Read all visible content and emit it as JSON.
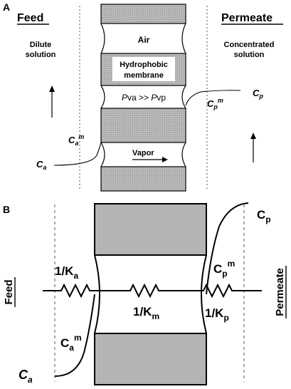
{
  "panelA": {
    "label": "A",
    "feed": "Feed",
    "permeate": "Permeate",
    "dilute_1": "Dilute",
    "dilute_2": "solution",
    "conc_1": "Concentrated",
    "conc_2": "solution",
    "air": "Air",
    "membrane_1": "Hydrophobic",
    "membrane_2": "membrane",
    "pressure_1": "P",
    "pressure_2": "va >> ",
    "pressure_3": "P",
    "pressure_4": "vp",
    "vapor": "Vapor",
    "ca_main": "C",
    "ca_sub": "a",
    "cam_main": "C",
    "cam_sub": "a",
    "cam_sup": "m",
    "cp_main": "C",
    "cp_sub": "p",
    "cpm_main": "C",
    "cpm_sub": "p",
    "cpm_sup": "m"
  },
  "panelB": {
    "label": "B",
    "feed": "Feed",
    "permeate": "Permeate",
    "ka_main": "1/K",
    "ka_sub": "a",
    "km_main": "1/K",
    "km_sub": "m",
    "kp_main": "1/K",
    "kp_sub": "p",
    "ca_main": "C",
    "ca_sub": "a",
    "cam_main": "C",
    "cam_sub": "a",
    "cam_sup": "m",
    "cp_main": "C",
    "cp_sub": "p",
    "cpm_main": "C",
    "cpm_sub": "p",
    "cpm_sup": "m"
  },
  "colors": {
    "membrane_fill": "#b4b4b4",
    "line": "#000000",
    "dashed": "#555555"
  }
}
